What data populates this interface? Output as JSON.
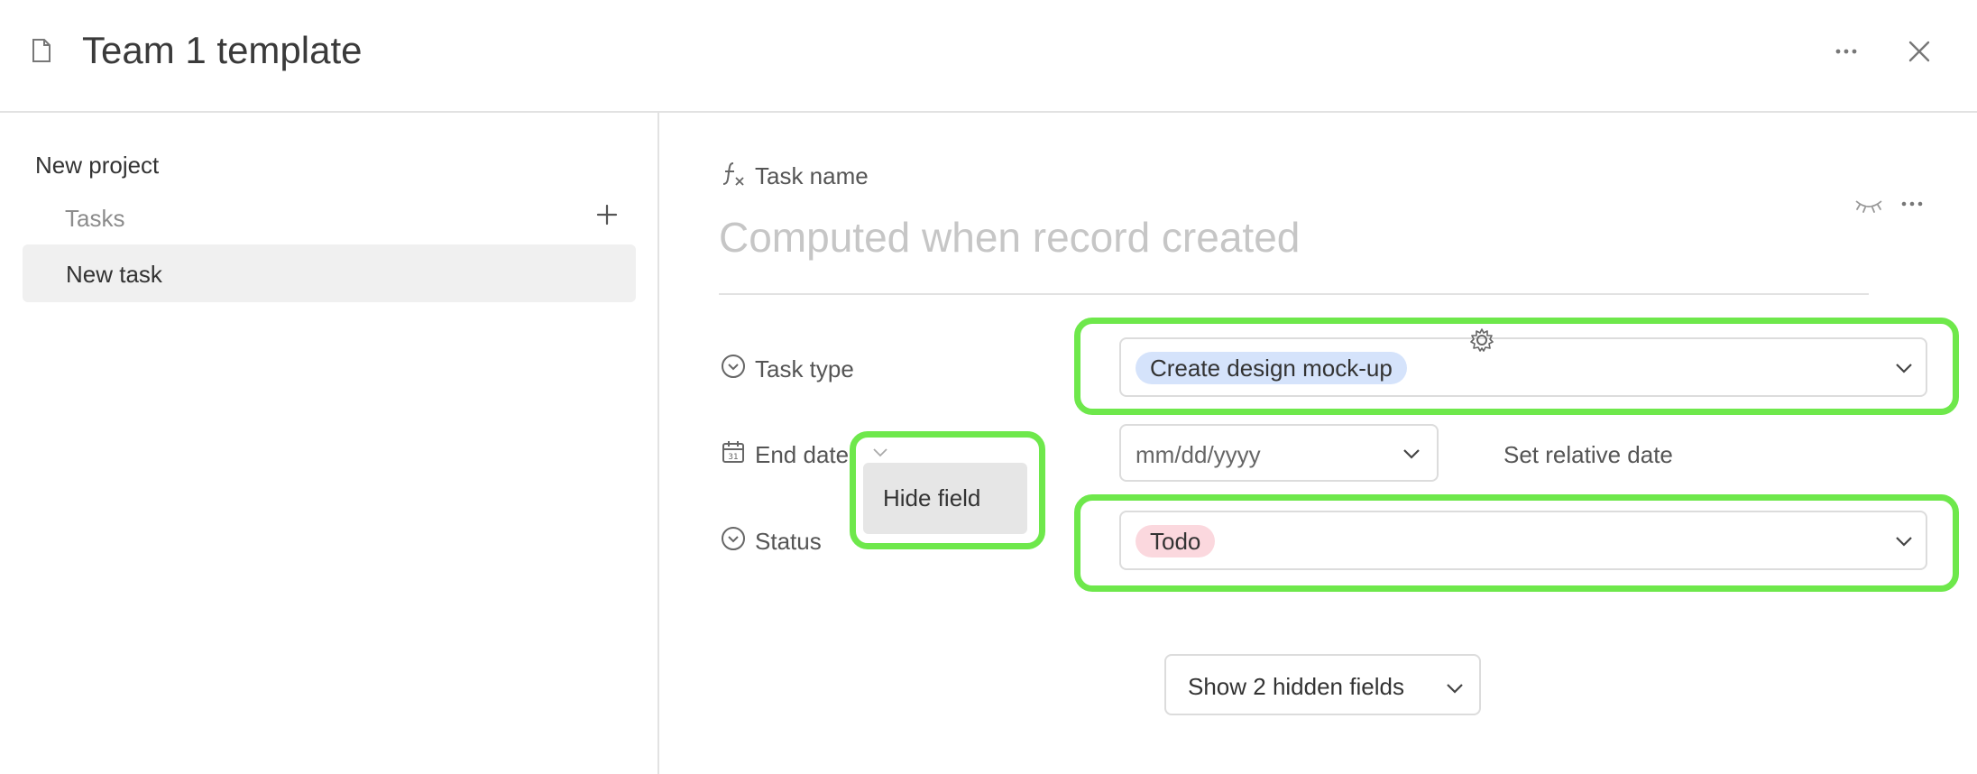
{
  "header": {
    "title": "Team 1 template",
    "doc_icon": "document-icon",
    "more_icon": "more-horizontal-icon",
    "close_icon": "close-icon"
  },
  "sidebar": {
    "project": "New project",
    "section_label": "Tasks",
    "add_icon": "plus-icon",
    "items": [
      {
        "label": "New task",
        "selected": true
      }
    ]
  },
  "main": {
    "task_name": {
      "label": "Task name",
      "icon": "formula-icon",
      "placeholder": "Computed when record created"
    },
    "fields": {
      "task_type": {
        "label": "Task type",
        "icon": "single-select-icon",
        "value": "Create design mock-up",
        "value_color": "#d5e3fb"
      },
      "end_date": {
        "label": "End date",
        "icon": "calendar-icon",
        "value": "mm/dd/yyyy",
        "relative_link": "Set relative date"
      },
      "status": {
        "label": "Status",
        "icon": "single-select-icon",
        "value": "Todo",
        "value_color": "#fbd8de"
      }
    },
    "popover": {
      "item": "Hide field"
    },
    "hidden_fields_button": "Show 2 hidden fields"
  },
  "highlight_color": "#6ee84b"
}
